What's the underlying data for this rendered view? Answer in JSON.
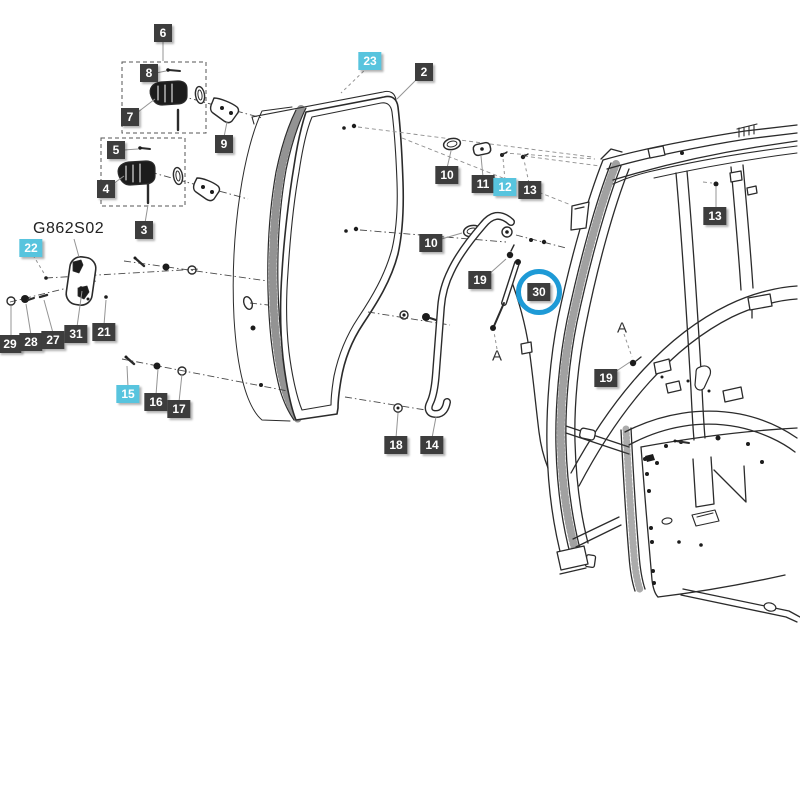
{
  "diagram": {
    "part_code": "G862S02",
    "description_colors": {
      "badge_dark": "#3d3d3d",
      "badge_highlight": "#58c4de",
      "circle_highlight": "#1e9ad6"
    }
  },
  "letters": {
    "a1": "A",
    "a2": "A"
  },
  "labels": [
    {
      "text": "6",
      "type": "dark"
    },
    {
      "text": "8",
      "type": "dark"
    },
    {
      "text": "7",
      "type": "dark"
    },
    {
      "text": "9",
      "type": "dark"
    },
    {
      "text": "5",
      "type": "dark"
    },
    {
      "text": "4",
      "type": "dark"
    },
    {
      "text": "3",
      "type": "dark"
    },
    {
      "text": "23",
      "type": "cyan"
    },
    {
      "text": "2",
      "type": "dark"
    },
    {
      "text": "10",
      "type": "dark"
    },
    {
      "text": "11",
      "type": "dark"
    },
    {
      "text": "12",
      "type": "cyan"
    },
    {
      "text": "13",
      "type": "dark"
    },
    {
      "text": "13",
      "type": "dark"
    },
    {
      "text": "22",
      "type": "cyan"
    },
    {
      "text": "10",
      "type": "dark"
    },
    {
      "text": "19",
      "type": "dark"
    },
    {
      "text": "30",
      "type": "dark-circled"
    },
    {
      "text": "29",
      "type": "dark"
    },
    {
      "text": "28",
      "type": "dark"
    },
    {
      "text": "27",
      "type": "dark"
    },
    {
      "text": "31",
      "type": "dark"
    },
    {
      "text": "21",
      "type": "dark"
    },
    {
      "text": "15",
      "type": "cyan"
    },
    {
      "text": "16",
      "type": "dark"
    },
    {
      "text": "17",
      "type": "dark"
    },
    {
      "text": "18",
      "type": "dark"
    },
    {
      "text": "14",
      "type": "dark"
    },
    {
      "text": "19",
      "type": "dark"
    }
  ]
}
